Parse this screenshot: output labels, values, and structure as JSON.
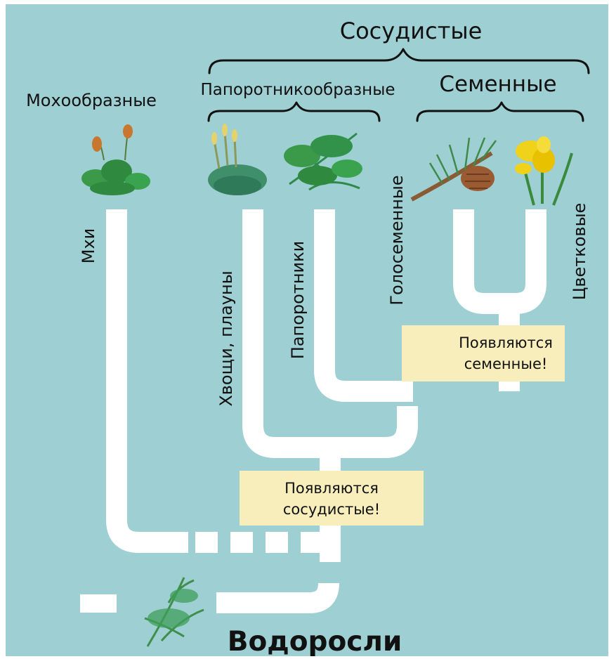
{
  "title": "Сосудистые",
  "groups": {
    "vascular": "Сосудистые",
    "bryophytes": "Мохообразные",
    "pteridophytes": "Папоротникообразные",
    "seed_plants": "Семенные"
  },
  "branches": {
    "mosses": "Мхи",
    "horsetails": "Хвощи, плауны",
    "ferns": "Папоротники",
    "gymnosperms": "Голосеменные",
    "flowering": "Цветковые"
  },
  "events": {
    "vascular_line1": "Появляются",
    "vascular_line2": "сосудистые!",
    "seed_line1": "Появляются",
    "seed_line2": "семенные!"
  },
  "root": "Водоросли",
  "colors": {
    "background": "#9ecfd2",
    "branch": "#ffffff",
    "callout": "#f8eebc",
    "text": "#111111"
  }
}
